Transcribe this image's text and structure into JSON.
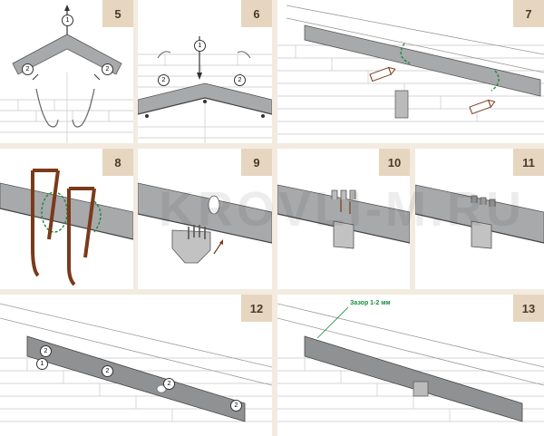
{
  "panels": [
    {
      "id": "5",
      "label": "5"
    },
    {
      "id": "6",
      "label": "6"
    },
    {
      "id": "7",
      "label": "7"
    },
    {
      "id": "8",
      "label": "8"
    },
    {
      "id": "9",
      "label": "9"
    },
    {
      "id": "10",
      "label": "10"
    },
    {
      "id": "11",
      "label": "11"
    },
    {
      "id": "12",
      "label": "12"
    },
    {
      "id": "13",
      "label": "13"
    }
  ],
  "callouts": {
    "one": "1",
    "two": "2"
  },
  "gap_note": "Зазор 1-2 мм",
  "watermark": "KROVLI-M.RU",
  "colors": {
    "background": "#f3ebdf",
    "badge": "#e6d6c0",
    "hacksaw": "#7a3a1a",
    "green": "#1b8a3b",
    "gutter": "#a7a9ab",
    "brick_line": "#bdbdbd"
  }
}
